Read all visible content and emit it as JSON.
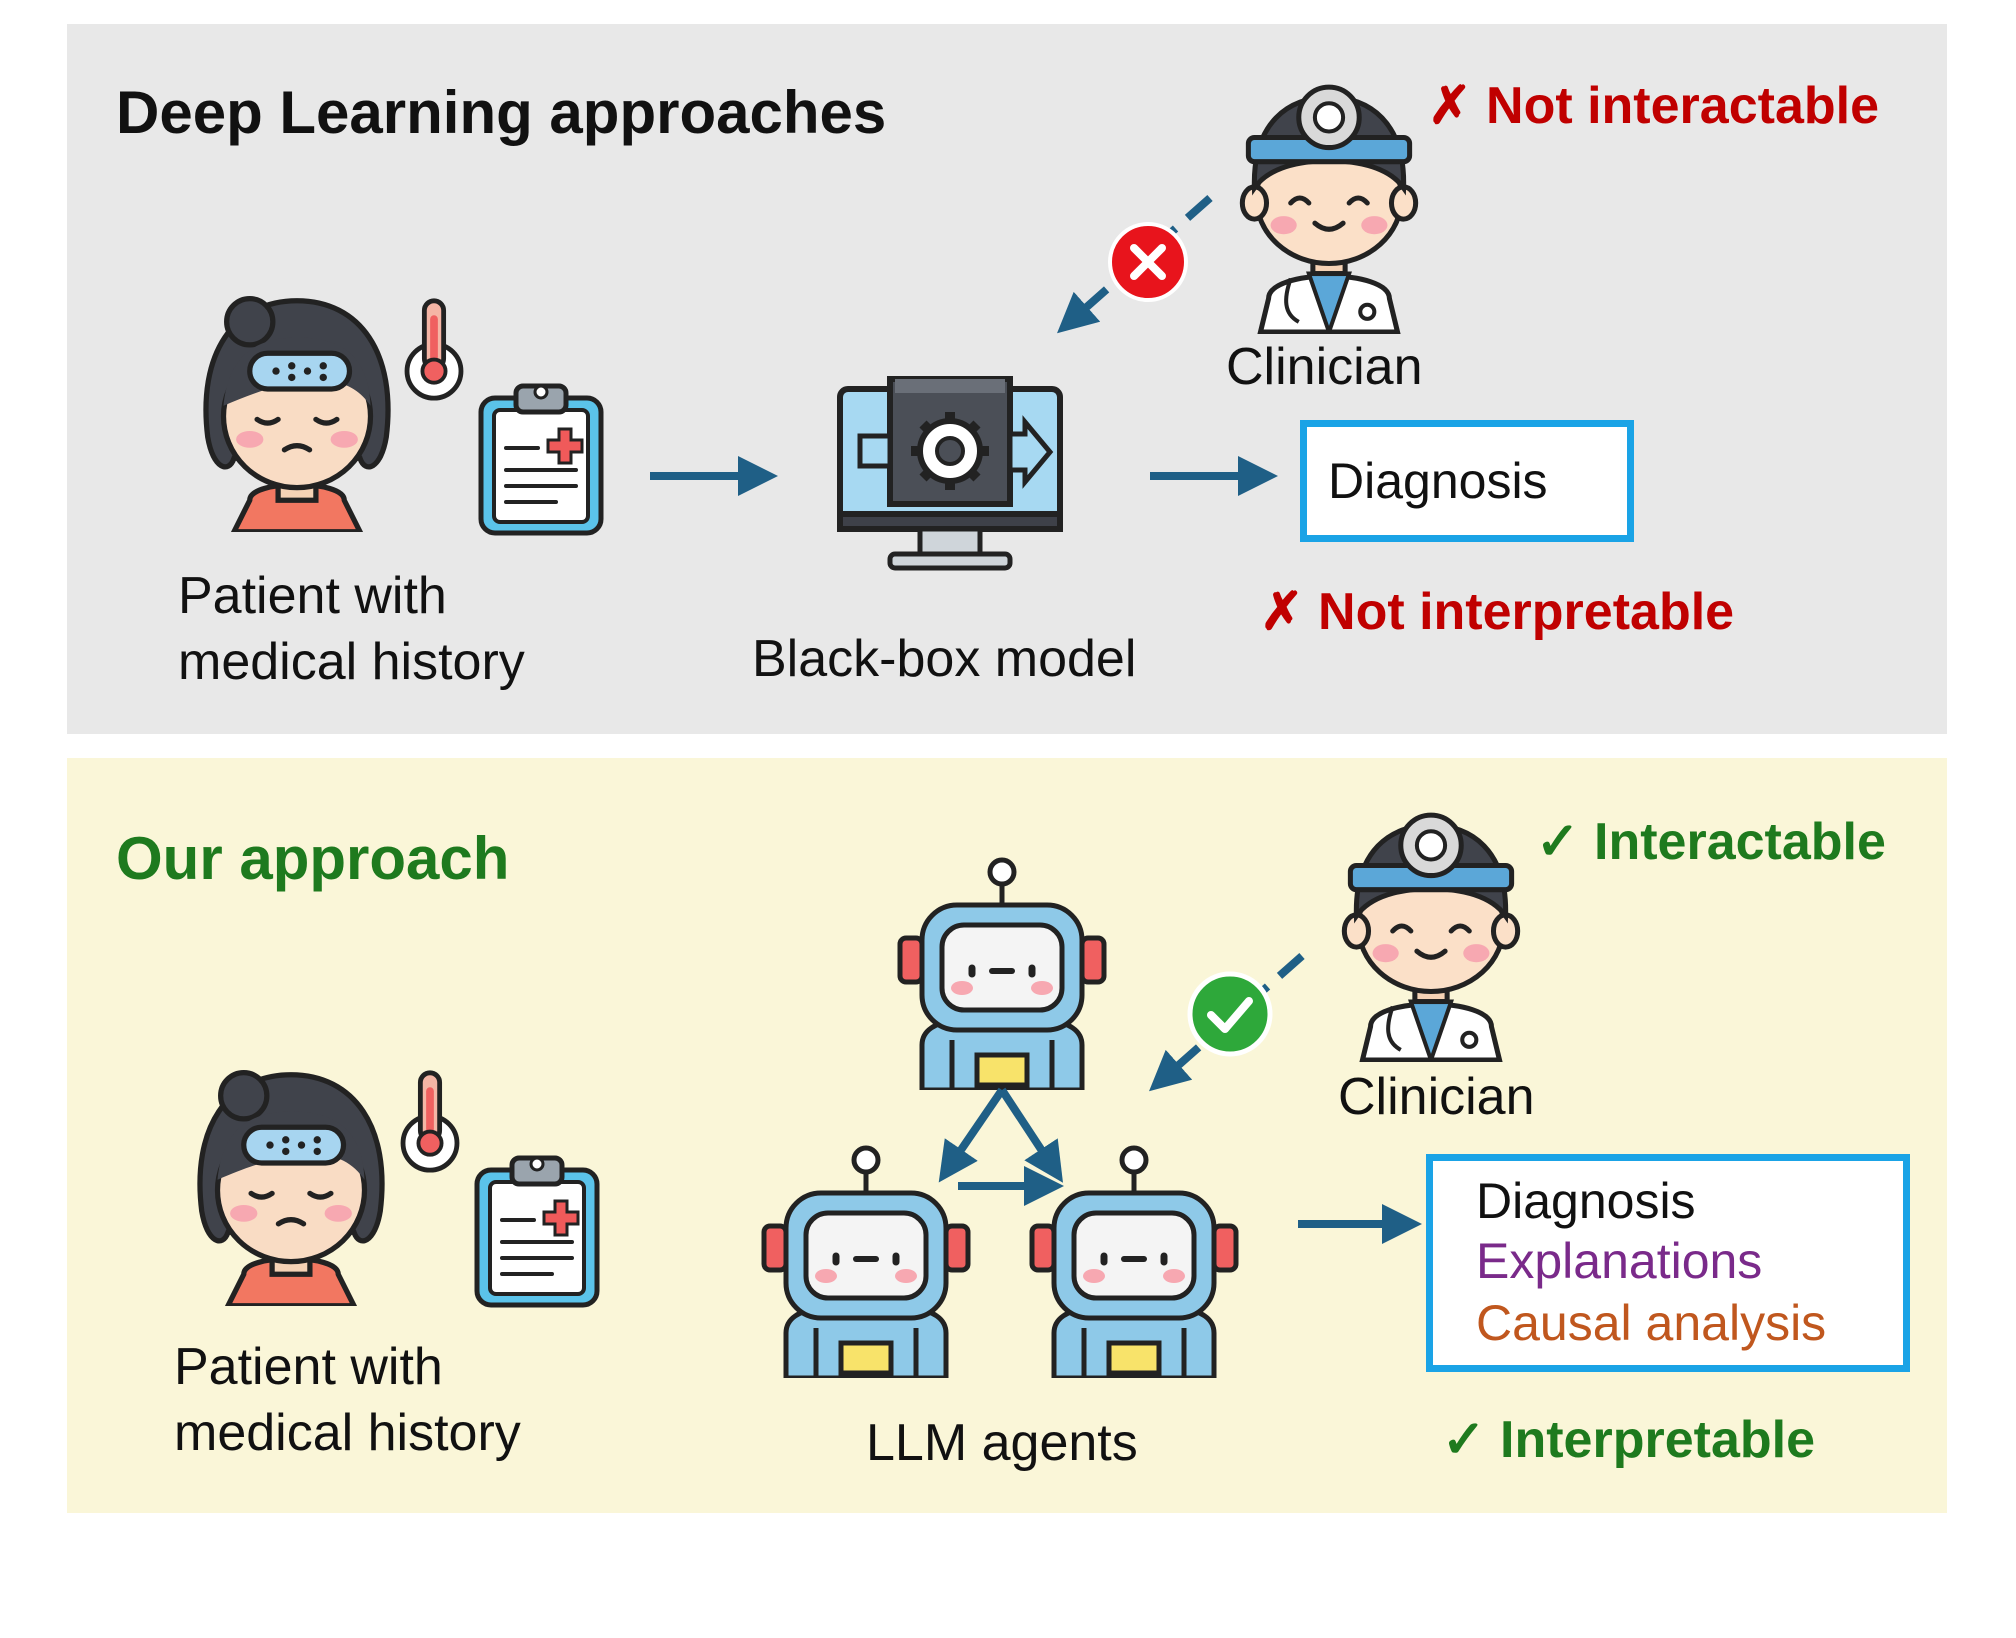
{
  "top": {
    "heading": "Deep Learning approaches",
    "patient_label_line1": "Patient with",
    "patient_label_line2": "medical history",
    "model_label": "Black-box model",
    "clinician_label": "Clinician",
    "output_box": {
      "lines": [
        "Diagnosis"
      ]
    },
    "status_interactable": "✗ Not interactable",
    "status_interpretable": "✗ Not interpretable"
  },
  "bottom": {
    "heading": "Our approach",
    "patient_label_line1": "Patient with",
    "patient_label_line2": "medical history",
    "agents_label": "LLM agents",
    "clinician_label": "Clinician",
    "output_box": {
      "lines": [
        "Diagnosis",
        "Explanations",
        "Causal analysis"
      ]
    },
    "status_interactable": "✓ Interactable",
    "status_interpretable": "✓ Interpretable"
  },
  "colors": {
    "top_panel_bg": "#e8e8e8",
    "bottom_panel_bg": "#faf6d8",
    "negative": "#c00000",
    "positive": "#1e7a1e",
    "arrow": "#1f5f86",
    "box_border": "#1aa3e6",
    "explanations_text": "#7a2a8a",
    "causal_text": "#c0571e"
  },
  "icons": {
    "patient": "sick-patient-icon",
    "thermometer": "thermometer-icon",
    "clipboard": "medical-clipboard-icon",
    "monitor": "black-box-monitor-icon",
    "doctor": "doctor-icon",
    "robot": "robot-agent-icon",
    "reject": "x-mark-icon",
    "accept": "check-mark-icon"
  }
}
